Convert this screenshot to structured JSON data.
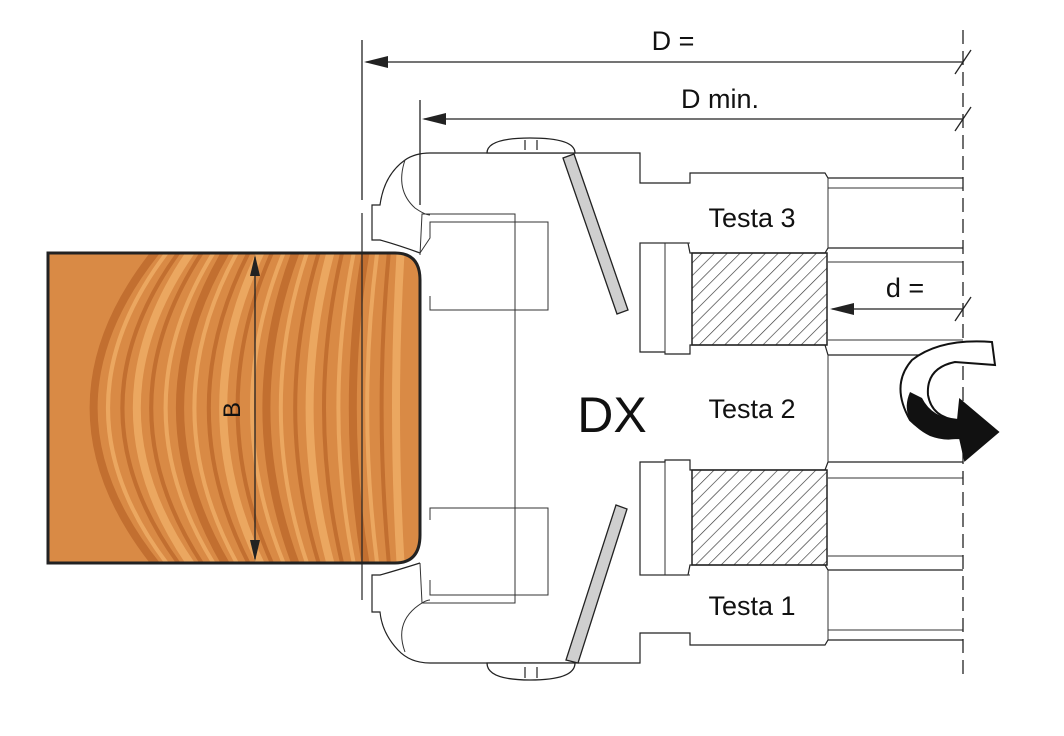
{
  "labels": {
    "d_total": "D =",
    "d_min": "D min.",
    "d_bore": "d =",
    "rotation": "DX",
    "height": "B",
    "head_top": "Testa 3",
    "head_middle": "Testa 2",
    "head_bottom": "Testa 1"
  },
  "colors": {
    "wood_base": "#d98a45",
    "wood_dark": "#b9652a",
    "wood_light": "#f0b06a",
    "outline": "#222222",
    "knife": "#cfcfcf"
  },
  "icons": {
    "rotation_arrow": "curved-rotation-arrow-icon"
  }
}
